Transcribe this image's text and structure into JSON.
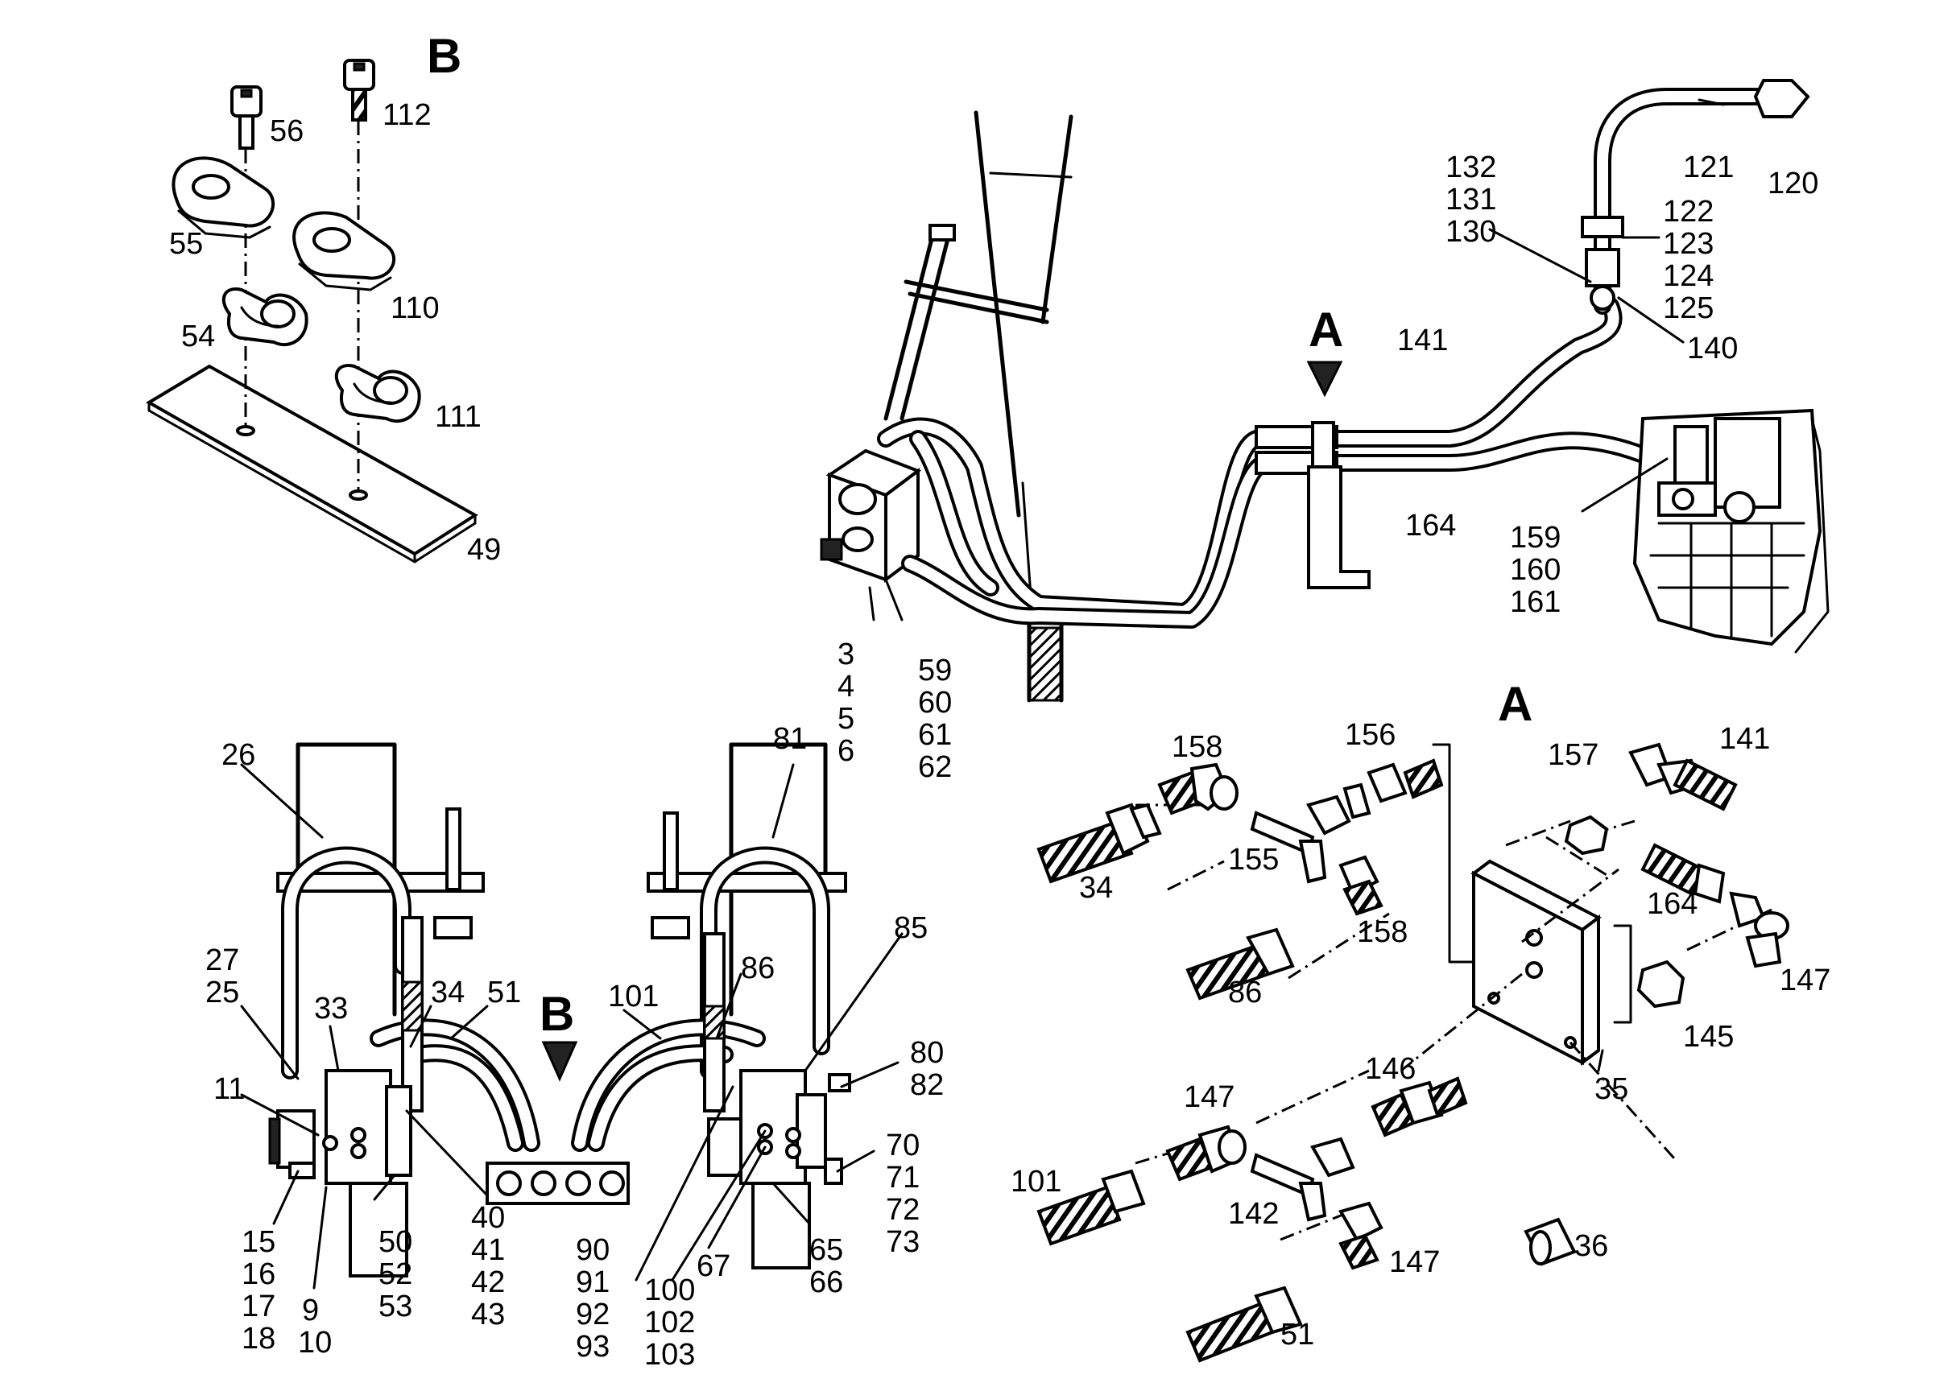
{
  "sections": {
    "b_title": "B",
    "a_title": "A",
    "a_marker": "A",
    "b_marker": "B"
  },
  "labels": {
    "l56": "56",
    "l112": "112",
    "l55": "55",
    "l110": "110",
    "l54": "54",
    "l111": "111",
    "l49": "49",
    "l132": "132",
    "l131": "131",
    "l130": "130",
    "l121": "121",
    "l120": "120",
    "l122": "122",
    "l123": "123",
    "l124": "124",
    "l125": "125",
    "l140": "140",
    "l141": "141",
    "l164": "164",
    "l159": "159",
    "l160": "160",
    "l161": "161",
    "l3": "3",
    "l4": "4",
    "l5": "5",
    "l6": "6",
    "l59": "59",
    "l60": "60",
    "l61": "61",
    "l62": "62",
    "l26": "26",
    "l81": "81",
    "l27": "27",
    "l25": "25",
    "l33": "33",
    "l34b": "34",
    "l51b": "51",
    "l101b": "101",
    "l86b": "86",
    "l85": "85",
    "l11": "11",
    "l80": "80",
    "l82": "82",
    "l40": "40",
    "l41": "41",
    "l42": "42",
    "l43": "43",
    "l15": "15",
    "l16": "16",
    "l17": "17",
    "l18": "18",
    "l9": "9",
    "l10": "10",
    "l50": "50",
    "l52": "52",
    "l53": "53",
    "l90": "90",
    "l91": "91",
    "l92": "92",
    "l93": "93",
    "l100": "100",
    "l102": "102",
    "l103": "103",
    "l67": "67",
    "l65": "65",
    "l66": "66",
    "l70": "70",
    "l71": "71",
    "l72": "72",
    "l73": "73",
    "a158a": "158",
    "a156": "156",
    "a34": "34",
    "a155": "155",
    "a158b": "158",
    "a86": "86",
    "a157": "157",
    "a141": "141",
    "a164": "164",
    "a147a": "147",
    "a145": "145",
    "a35": "35",
    "a147b": "147",
    "a146": "146",
    "a101": "101",
    "a142": "142",
    "a147c": "147",
    "a36": "36",
    "a51": "51"
  }
}
